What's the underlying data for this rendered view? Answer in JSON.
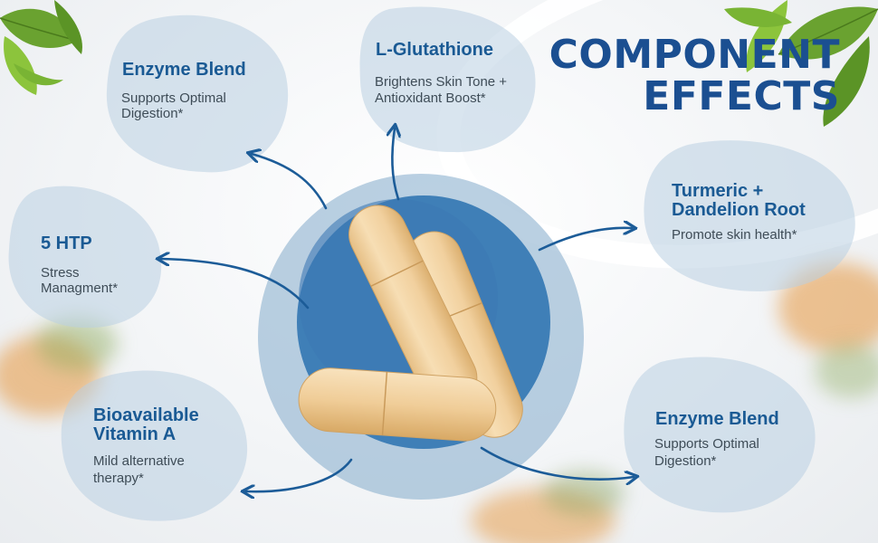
{
  "headline": {
    "line1": "COMPONENT",
    "line2": "EFFECTS"
  },
  "components": [
    {
      "title": "Enzyme Blend",
      "desc1": "Supports Optimal",
      "desc2": "Digestion*"
    },
    {
      "title": "L-Glutathione",
      "desc1": "Brightens Skin Tone +",
      "desc2": "Antioxidant Boost*"
    },
    {
      "title": "5 HTP",
      "desc1": "Stress",
      "desc2": "Managment*"
    },
    {
      "title1": "Turmeric +",
      "title2": "Dandelion Root",
      "desc1": "Promote skin health*"
    },
    {
      "title1": "Bioavailable",
      "title2": "Vitamin A",
      "desc1": "Mild alternative",
      "desc2": "therapy*"
    },
    {
      "title": "Enzyme Blend",
      "desc1": "Supports Optimal",
      "desc2": "Digestion*"
    }
  ],
  "colors": {
    "title_blue": "#1a5a94",
    "headline_blue": "#1b4f91",
    "arrow_blue": "#1c5c98",
    "capsule": "#f1d09e",
    "bubble": "#bad0e2"
  },
  "icons": [
    "leaf-icon",
    "arrow-icon",
    "capsule-icon"
  ]
}
